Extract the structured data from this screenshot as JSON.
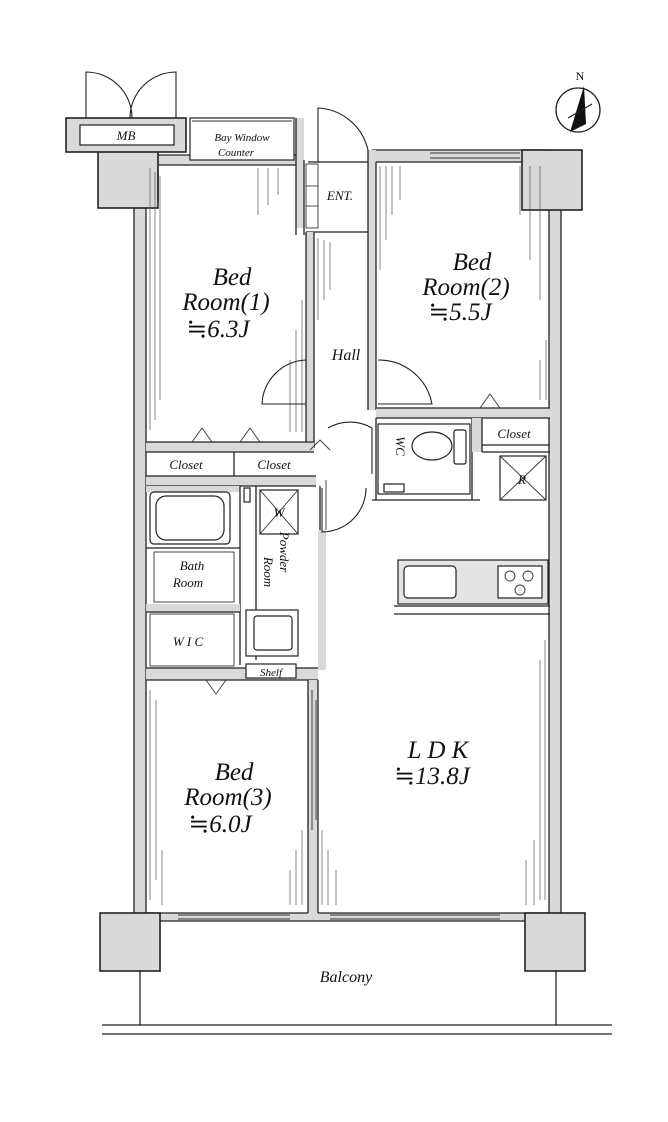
{
  "compass": {
    "label": "N"
  },
  "rooms": {
    "mb": "MB",
    "bay_window_1": "Bay Window",
    "bay_window_2": "Counter",
    "ent": "ENT.",
    "bed1_line1": "Bed",
    "bed1_line2": "Room(1)",
    "bed1_size": "≒6.3J",
    "bed2_line1": "Bed",
    "bed2_line2": "Room(2)",
    "bed2_size": "≒5.5J",
    "hall": "Hall",
    "wc": "WC",
    "closet_right": "Closet",
    "closet_left1": "Closet",
    "closet_left2": "Closet",
    "refrigerator": "R",
    "washer": "W",
    "bath_line1": "Bath",
    "bath_line2": "Room",
    "powder_room_1": "Powder",
    "powder_room_2": "Room",
    "wic": "W I C",
    "shelf": "Shelf",
    "bed3_line1": "Bed",
    "bed3_line2": "Room(3)",
    "bed3_size": "≒6.0J",
    "ldk": "L D K",
    "ldk_size": "≒13.8J",
    "balcony": "Balcony"
  }
}
